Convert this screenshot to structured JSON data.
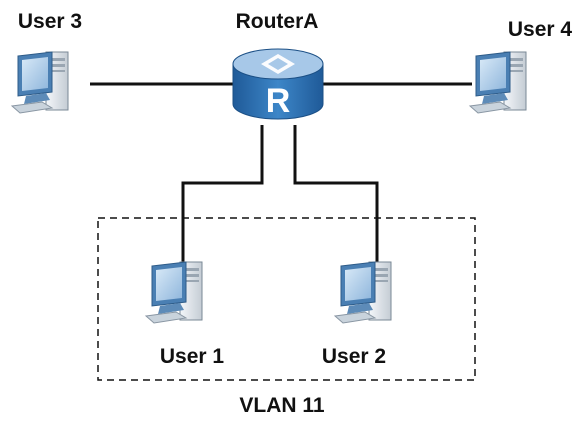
{
  "router": {
    "label": "RouterA",
    "glyph": "R",
    "icon": "router-icon"
  },
  "users": [
    {
      "label": "User 1",
      "icon": "computer-icon"
    },
    {
      "label": "User 2",
      "icon": "computer-icon"
    },
    {
      "label": "User 3",
      "icon": "computer-icon"
    },
    {
      "label": "User 4",
      "icon": "computer-icon"
    }
  ],
  "vlan": {
    "label": "VLAN 11"
  },
  "colors": {
    "link": "#111111",
    "router_body": "#2d6fb0",
    "router_top": "#a7c8e8",
    "monitor_frame": "#4a7fb3",
    "monitor_screen": "#b6d3ee",
    "tower": "#e9eef3"
  }
}
